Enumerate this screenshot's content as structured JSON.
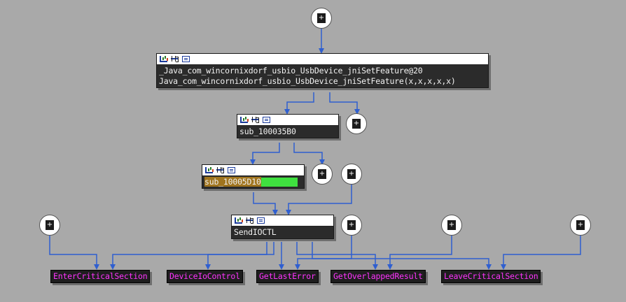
{
  "colors": {
    "background": "#a9a9a9",
    "edge": "#2f5fd0",
    "node_body": "#2b2b2b",
    "import_text": "#ff33ff",
    "highlight_name": "#a0741e",
    "highlight_rest": "#3fe03f"
  },
  "nodes": {
    "root": {
      "line1": "_Java_com_wincornixdorf_usbio_UsbDevice_jniSetFeature@20",
      "line2": "Java_com_wincornixdorf_usbio_UsbDevice_jniSetFeature(x,x,x,x,x)"
    },
    "sub1": {
      "label": "sub_100035B0"
    },
    "sub2": {
      "label": "sub_10005D10"
    },
    "sendioctl": {
      "label": "SendIOCTL"
    }
  },
  "imports": [
    "EnterCriticalSection",
    "DeviceIoControl",
    "GetLastError",
    "GetOverlappedResult",
    "LeaveCriticalSection"
  ],
  "expander_symbol": "+",
  "toolbar_icons": [
    "graph-icon",
    "rename-icon",
    "list-icon"
  ]
}
